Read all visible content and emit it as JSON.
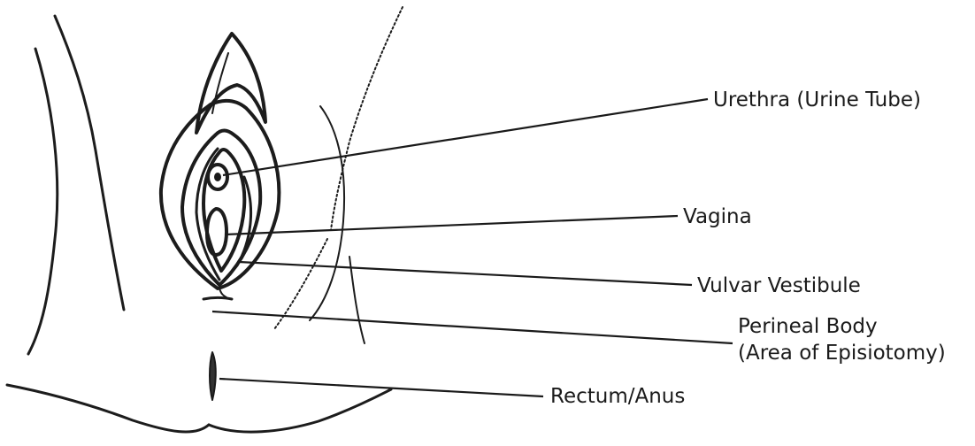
{
  "labels": {
    "urethra": "Urethra (Urine Tube)",
    "vagina": "Vagina",
    "vestibule": "Vulvar Vestibule",
    "perineal_line1": "Perineal Body",
    "perineal_line2": "(Area of Episiotomy)",
    "rectum": "Rectum/Anus"
  },
  "colors": {
    "line": "#1a1a1a",
    "background": "#ffffff"
  }
}
